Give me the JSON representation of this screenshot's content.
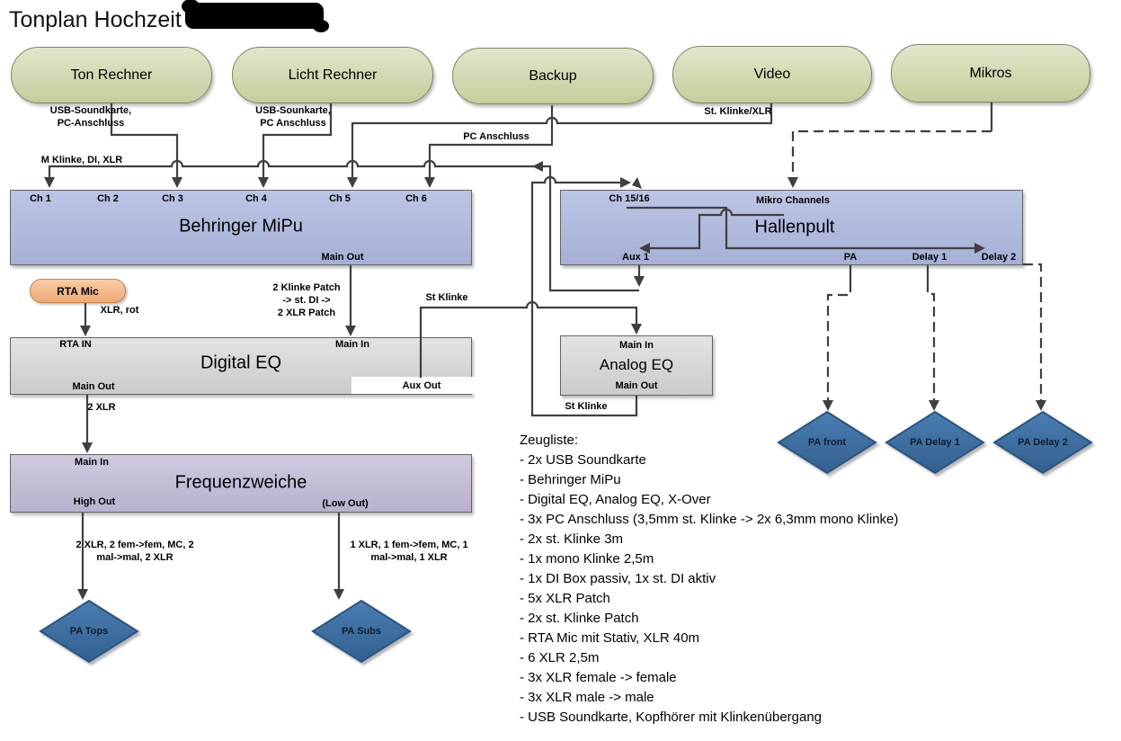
{
  "title": "Tonplan Hochzeit",
  "nodes": {
    "ton_rechner": "Ton Rechner",
    "licht_rechner": "Licht Rechner",
    "backup": "Backup",
    "video": "Video",
    "mikros": "Mikros",
    "rta_mic": "RTA Mic"
  },
  "behringer": {
    "name": "Behringer MiPu",
    "ch1": "Ch 1",
    "ch2": "Ch 2",
    "ch3": "Ch 3",
    "ch4": "Ch 4",
    "ch5": "Ch 5",
    "ch6": "Ch 6",
    "main_out": "Main Out"
  },
  "hallenpult": {
    "name": "Hallenpult",
    "ch1516": "Ch 15/16",
    "mikro_channels": "Mikro Channels",
    "aux1": "Aux 1",
    "pa": "PA",
    "delay1": "Delay 1",
    "delay2": "Delay 2"
  },
  "digital_eq": {
    "name": "Digital EQ",
    "rta_in": "RTA IN",
    "main_in": "Main In",
    "main_out": "Main Out",
    "aux_out": "Aux Out"
  },
  "analog_eq": {
    "name": "Analog EQ",
    "main_in": "Main In",
    "main_out": "Main Out"
  },
  "frequenzweiche": {
    "name": "Frequenzweiche",
    "main_in": "Main In",
    "high_out": "High Out",
    "low_out": "(Low Out)"
  },
  "speakers": {
    "pa_tops": "PA Tops",
    "pa_subs": "PA Subs",
    "pa_front": "PA front",
    "pa_delay1": "PA Delay 1",
    "pa_delay2": "PA Delay 2"
  },
  "cables": {
    "ton": [
      "USB-Soundkarte,",
      "PC-Anschluss"
    ],
    "licht": [
      "USB-Sounkarte,",
      "PC Anschluss"
    ],
    "backup": "PC Anschluss",
    "video": "St. Klinke/XLR",
    "ch1_in": "M Klinke, DI, XLR",
    "behringer_out": [
      "2 Klinke Patch",
      "-> st. DI ->",
      "2 XLR Patch"
    ],
    "rta": "XLR, rot",
    "aux_out": "St Klinke",
    "analog_return": "St Klinke",
    "eq_to_xover": "2 XLR",
    "high_out": [
      "2 XLR, 2 fem->fem, MC, 2",
      "mal->mal, 2 XLR"
    ],
    "low_out": [
      "1 XLR, 1 fem->fem, MC, 1",
      "mal->mal, 1 XLR"
    ]
  },
  "zeugliste": {
    "heading": "Zeugliste:",
    "items": [
      "- 2x USB Soundkarte",
      "- Behringer MiPu",
      "- Digital EQ, Analog EQ, X-Over",
      "- 3x PC Anschluss (3,5mm st. Klinke -> 2x 6,3mm mono Klinke)",
      "- 2x st. Klinke 3m",
      "- 1x mono Klinke 2,5m",
      "- 1x DI Box passiv, 1x st. DI aktiv",
      "- 5x XLR Patch",
      "- 2x st. Klinke Patch",
      "- RTA Mic mit Stativ, XLR 40m",
      "- 6 XLR 2,5m",
      "- 3x XLR female -> female",
      "- 3x XLR male -> male",
      "- USB Soundkarte, Kopfhörer mit Klinkenübergang"
    ]
  },
  "colors": {
    "source_green": "#cbd5a4",
    "mixer_blue": "#aeb8db",
    "eq_gray": "#d6d6d6",
    "xover_purple": "#c6bdd6",
    "rta_orange": "#f3b98c",
    "speaker_blue": "#3d6fa3",
    "line": "#3f3f3f"
  }
}
